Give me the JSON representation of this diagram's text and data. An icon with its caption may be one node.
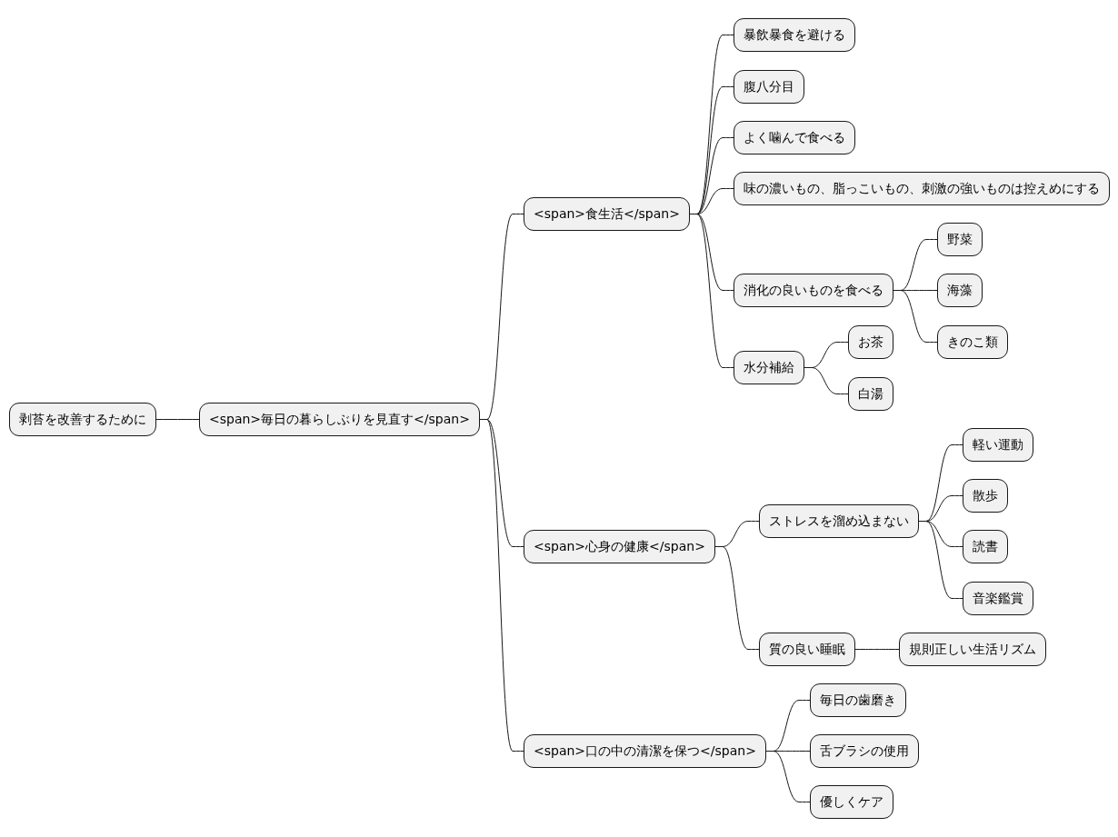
{
  "diagram": {
    "nodes": [
      {
        "text": [
          "剥苔を改善するために"
        ]
      },
      {
        "text": [
          "<span>毎日の暮らしぶりを見直す</span>"
        ]
      },
      {
        "text": [
          "<span>食生活</span>"
        ]
      },
      {
        "text": [
          "暴飲暴食を避ける"
        ]
      },
      {
        "text": [
          "腹八分目"
        ]
      },
      {
        "text": [
          "よく噛んで食べる"
        ]
      },
      {
        "text": [
          "味の濃いもの、脂っこいもの、刺激の強いものは控えめにする"
        ]
      },
      {
        "text": [
          "消化の良いものを食べる"
        ]
      },
      {
        "text": [
          "野菜"
        ]
      },
      {
        "text": [
          "海藻"
        ]
      },
      {
        "text": [
          "きのこ類"
        ]
      },
      {
        "text": [
          "水分補給"
        ]
      },
      {
        "text": [
          "お茶"
        ]
      },
      {
        "text": [
          "白湯"
        ]
      },
      {
        "text": [
          "<span>心身の健康</span>"
        ]
      },
      {
        "text": [
          "ストレスを溜め込まない"
        ]
      },
      {
        "text": [
          "軽い運動"
        ]
      },
      {
        "text": [
          "散歩"
        ]
      },
      {
        "text": [
          "読書"
        ]
      },
      {
        "text": [
          "音楽鑑賞"
        ]
      },
      {
        "text": [
          "質の良い睡眠"
        ]
      },
      {
        "text": [
          "規則正しい生活リズム"
        ]
      },
      {
        "text": [
          "<span>口の中の清潔を保つ</span>"
        ]
      },
      {
        "text": [
          "毎日の歯磨き"
        ]
      },
      {
        "text": [
          "舌ブラシの使用"
        ]
      },
      {
        "text": [
          "優しくケア"
        ]
      }
    ],
    "edges": [
      {
        "from": 0,
        "to": 1,
        "arrow": "none"
      },
      {
        "from": 1,
        "to": 2,
        "arrow": "none"
      },
      {
        "from": 2,
        "to": 3,
        "arrow": "none"
      },
      {
        "from": 2,
        "to": 4,
        "arrow": "none"
      },
      {
        "from": 2,
        "to": 5,
        "arrow": "none"
      },
      {
        "from": 2,
        "to": 6,
        "arrow": "none"
      },
      {
        "from": 2,
        "to": 7,
        "arrow": "none"
      },
      {
        "from": 7,
        "to": 8,
        "arrow": "none"
      },
      {
        "from": 7,
        "to": 9,
        "arrow": "none"
      },
      {
        "from": 7,
        "to": 10,
        "arrow": "none"
      },
      {
        "from": 2,
        "to": 11,
        "arrow": "none"
      },
      {
        "from": 11,
        "to": 12,
        "arrow": "none"
      },
      {
        "from": 11,
        "to": 13,
        "arrow": "none"
      },
      {
        "from": 1,
        "to": 14,
        "arrow": "none"
      },
      {
        "from": 14,
        "to": 15,
        "arrow": "none"
      },
      {
        "from": 15,
        "to": 16,
        "arrow": "none"
      },
      {
        "from": 15,
        "to": 17,
        "arrow": "none"
      },
      {
        "from": 15,
        "to": 18,
        "arrow": "none"
      },
      {
        "from": 15,
        "to": 19,
        "arrow": "none"
      },
      {
        "from": 14,
        "to": 20,
        "arrow": "none"
      },
      {
        "from": 20,
        "to": 21,
        "arrow": "none"
      },
      {
        "from": 1,
        "to": 22,
        "arrow": "none"
      },
      {
        "from": 22,
        "to": 23,
        "arrow": "none"
      },
      {
        "from": 22,
        "to": 24,
        "arrow": "none"
      },
      {
        "from": 22,
        "to": 25,
        "arrow": "none"
      }
    ]
  }
}
